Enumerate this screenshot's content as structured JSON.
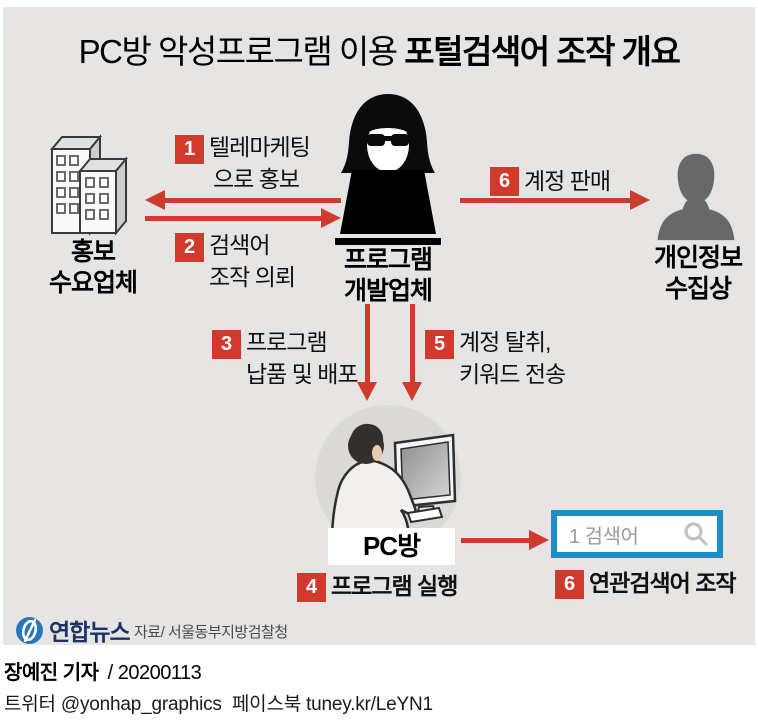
{
  "title": {
    "prefix": "PC방 악성프로그램 이용 ",
    "emphasis": "포털검색어 조작 개요"
  },
  "nodes": {
    "promoter": {
      "line1": "홍보",
      "line2": "수요업체"
    },
    "developer": {
      "line1": "프로그램",
      "line2": "개발업체"
    },
    "collector": {
      "line1": "개인정보",
      "line2": "수집상"
    },
    "pc_cafe": {
      "label": "PC방"
    }
  },
  "steps": {
    "s1": {
      "num": "1",
      "line1": "텔레마케팅",
      "line2": "으로 홍보"
    },
    "s2": {
      "num": "2",
      "line1": "검색어",
      "line2": "조작 의뢰"
    },
    "s3": {
      "num": "3",
      "line1": "프로그램",
      "line2": "납품 및 배포"
    },
    "s4": {
      "num": "4",
      "line1": "프로그램 실행"
    },
    "s5": {
      "num": "5",
      "line1": "계정 탈취,",
      "line2": "키워드 전송"
    },
    "s6_sell": {
      "num": "6",
      "line1": "계정 판매"
    },
    "s6_manip": {
      "num": "6",
      "line1": "연관검색어 조작"
    }
  },
  "search_box": {
    "query": "1 검색어",
    "icon": "magnifier-icon"
  },
  "footer": {
    "logo_text": "연합뉴스",
    "source": "자료/ 서울동부지방검찰청",
    "byline_name": "장예진 기자",
    "byline_date": "/ 20200113",
    "sns": "트위터 @yonhap_graphics  페이스북 tuney.kr/LeYN1"
  },
  "colors": {
    "accent_red": "#d0392b",
    "search_border_blue": "#1f8dc5",
    "logo_navy": "#1b3263",
    "canvas_gray": "#e6e5e3"
  }
}
